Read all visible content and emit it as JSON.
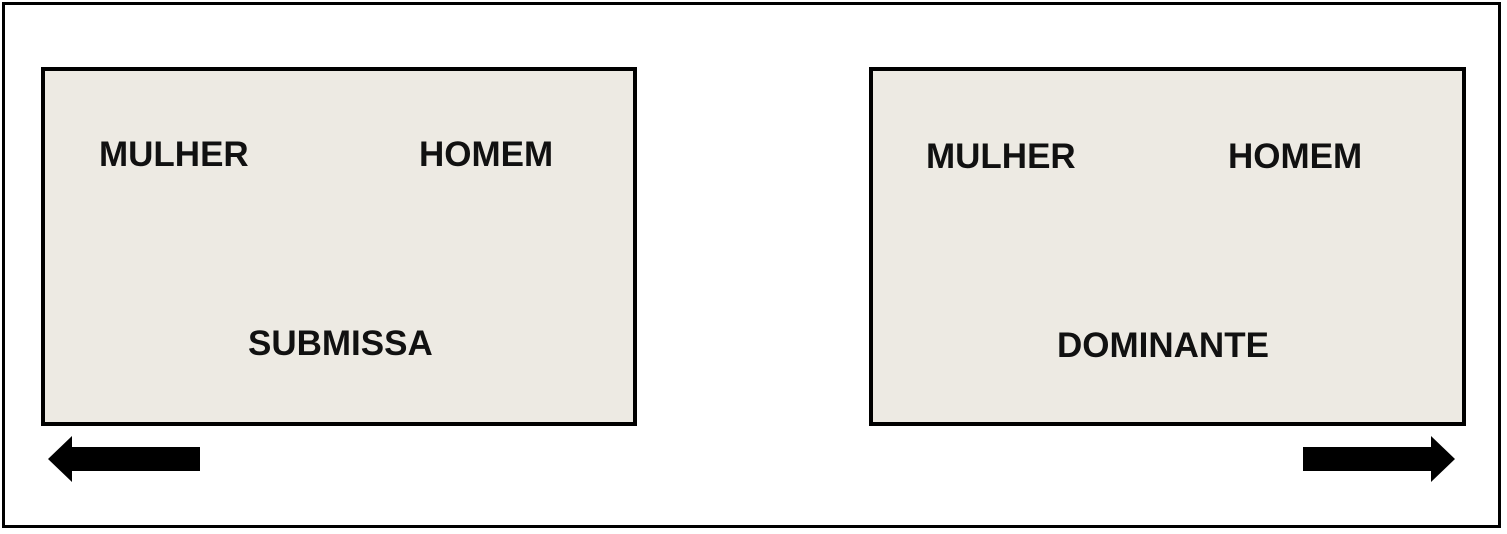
{
  "left_panel": {
    "top_left_label": "MULHER",
    "top_right_label": "HOMEM",
    "bottom_label": "SUBMISSA"
  },
  "right_panel": {
    "top_left_label": "MULHER",
    "top_right_label": "HOMEM",
    "bottom_label": "DOMINANTE"
  },
  "icons": {
    "left_arrow": "arrow-left-icon",
    "right_arrow": "arrow-right-icon"
  },
  "colors": {
    "panel_fill": "#edeae3",
    "border": "#000000",
    "text": "#111111"
  }
}
